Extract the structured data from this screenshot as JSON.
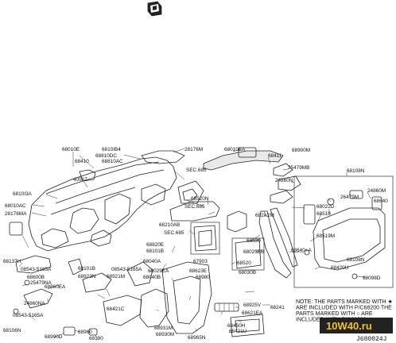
{
  "labels": [
    "68010E",
    "6810IB4",
    "68810DC",
    "28176M",
    "68010EA",
    "68411",
    "68900M",
    "68410",
    "68810AC",
    "40567",
    "SEC.685",
    "25479MB",
    "24860N",
    "68108N",
    "6810I3A",
    "24860M",
    "68010AC",
    "68640",
    "28176MA",
    "68520N",
    "68022D",
    "26479M",
    "68519",
    "68210AB",
    "682A2M",
    "SEC.685",
    "SEC.685",
    "68519M",
    "68930",
    "68640+A",
    "68820E",
    "68101B",
    "68023EB",
    "68420U",
    "68137H",
    "08543-5165A",
    "68101B",
    "68040A",
    "68520",
    "08543-5165A",
    "68600B",
    "68923N",
    "67903",
    "25479NA",
    "68860EA",
    "68921M",
    "68623E",
    "24860NA",
    "68040B",
    "68421C",
    "68030B",
    "68098D",
    "68980",
    "68029EA",
    "68925V",
    "68241",
    "68621EA",
    "08543-5165A",
    "68931M",
    "68930M",
    "68450H",
    "68106N",
    "68421U",
    "68960",
    "68190",
    "68990D",
    "68965N",
    "68108N"
  ],
  "note_text": "NOTE: THE PARTS MARKED WITH ★ ARE INCLUDED WITH P/C68200 THE PARTS MARKED WITH ○ ARE INCLUDED WITH P/C68200",
  "diagram_code": "J680024J",
  "watermark_text": "10W40.ru",
  "colors": {
    "watermark_bg": "#222222",
    "watermark_fg": "#f0c419"
  },
  "icons": [
    "binder-clip-icon"
  ]
}
